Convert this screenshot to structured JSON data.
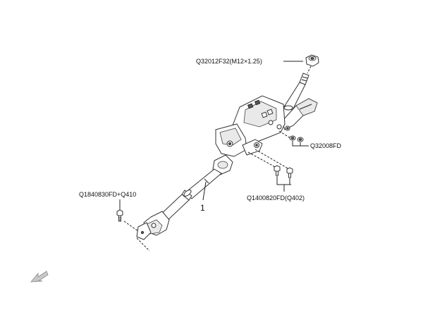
{
  "labels": {
    "nut_top": "Q32012F32(M12×1.25)",
    "bolt_right": "Q32008FD",
    "bolt_left": "Q1840830FD+Q410",
    "bolt_bottom": "Q1400820FD(Q402)",
    "item_number": "1"
  },
  "nav": {
    "back_icon": "back-arrow-icon"
  }
}
